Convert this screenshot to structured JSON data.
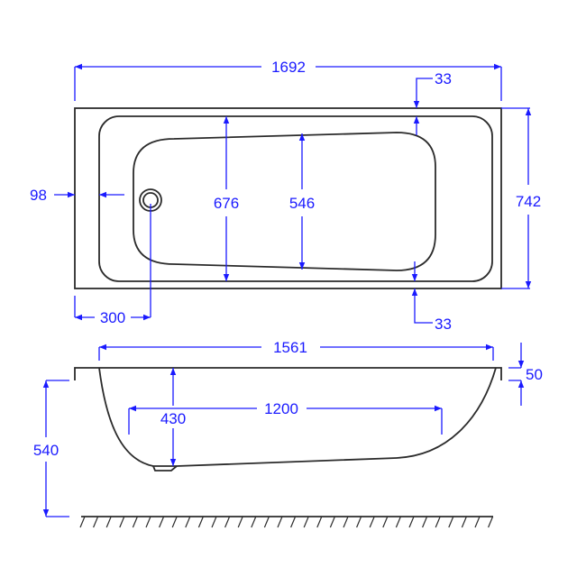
{
  "drawing": {
    "type": "bathtub-technical-drawing",
    "units": "mm",
    "colors": {
      "outline": "#2b2b2b",
      "dimension": "#1a1aff",
      "background": "#ffffff"
    },
    "plan_view": {
      "overall_length": "1692",
      "overall_width": "742",
      "rim_top": "33",
      "rim_bottom": "33",
      "rim_end": "98",
      "inner_width": "676",
      "base_width": "546",
      "waste_offset": "300"
    },
    "side_view": {
      "inner_length_top": "1561",
      "base_length": "1200",
      "depth": "430",
      "overall_height": "540",
      "rim_thickness": "50"
    }
  }
}
